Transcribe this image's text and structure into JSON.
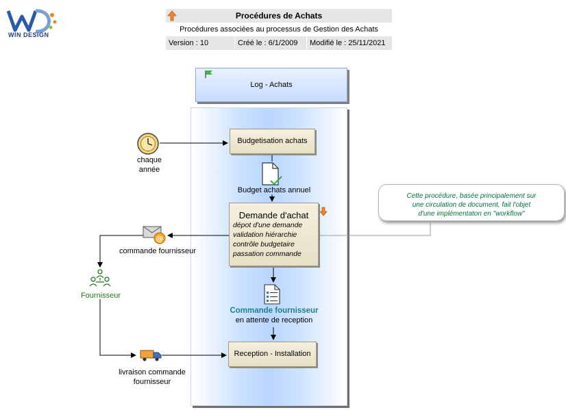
{
  "logo": {
    "text": "WIN DESIGN"
  },
  "header": {
    "title": "Procédures de Achats",
    "subtitle": "Procédures associées au processus de Gestion des Achats",
    "version": "Version : 10",
    "created": "Créé le : 6/1/2009",
    "modified": "Modifié le : 25/11/2021"
  },
  "pool": {
    "label": "Log - Achats"
  },
  "events": {
    "timer": {
      "line1": "chaque",
      "line2": "année",
      "icon": "clock-icon"
    }
  },
  "processes": {
    "budget": "Budgetisation achats",
    "reception": "Reception - Installation",
    "demande": {
      "title": "Demande d'achat",
      "steps": [
        "dépot d'une demande",
        "validation hiérarchie",
        "contrôle budgetaire",
        "passation commande"
      ]
    }
  },
  "documents": {
    "budget_annuel": "Budget achats annuel",
    "commande_title": "Commande fournisseur",
    "commande_sub": "en attente de reception"
  },
  "messages": {
    "commande": "commande fournisseur",
    "livraison_line1": "livraison commande",
    "livraison_line2": "fournisseur"
  },
  "actor": {
    "label": "Fournisseur",
    "color": "#1e7b1e"
  },
  "callout": {
    "line1": "Cette procédure, basée principalement sur",
    "line2": "une circulation de document,  fait l'objet",
    "line3": "d'une implémentaton en \"workflow\""
  },
  "colors": {
    "callout_text": "#00733a",
    "commande_title": "#1f7f8c",
    "actor": "#1e7b1e"
  }
}
